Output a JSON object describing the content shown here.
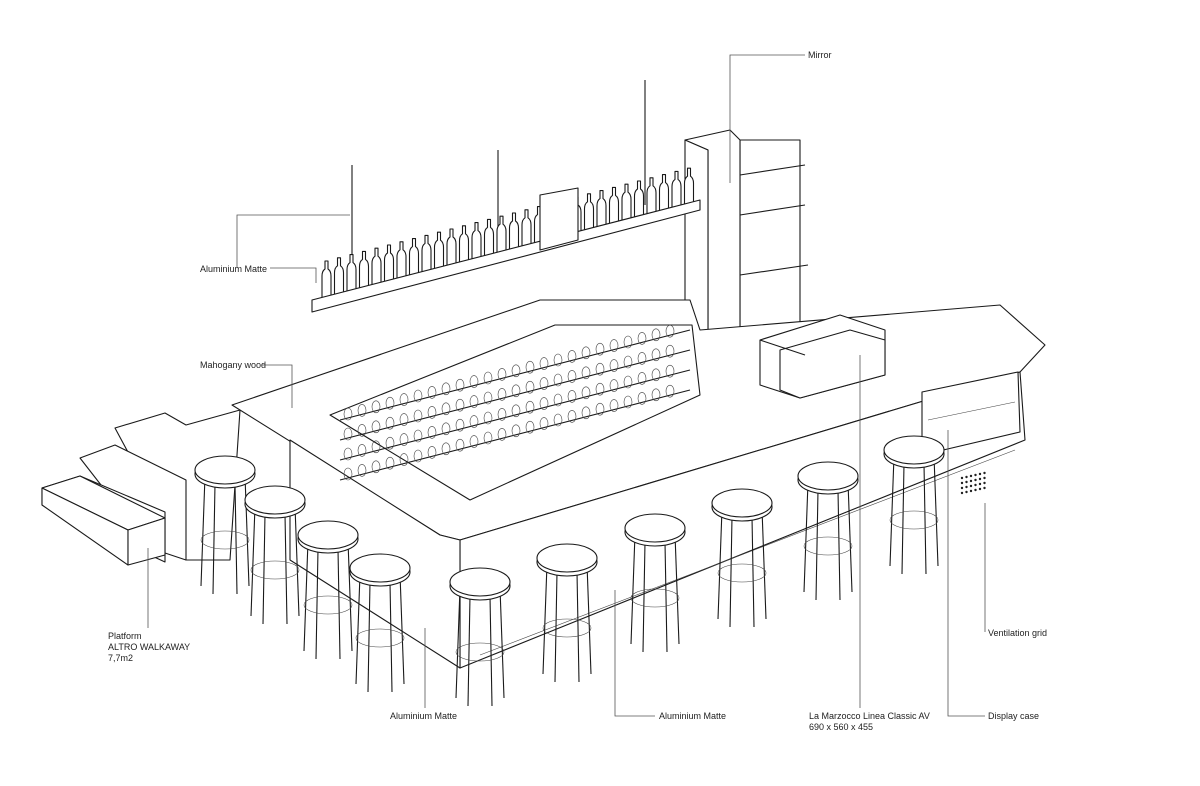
{
  "labels": {
    "mirror": "Mirror",
    "aluminium_top": "Aluminium Matte",
    "mahogany": "Mahogany wood",
    "platform": [
      "Platform",
      "ALTRO WALKAWAY",
      "7,7m2"
    ],
    "aluminium_bottom_left": "Aluminium Matte",
    "aluminium_bottom_mid": "Aluminium Matte",
    "espresso": [
      "La Marzocco Linea Classic AV",
      "690 x 560 x 455"
    ],
    "ventilation": "Ventilation grid",
    "display_case": "Display case"
  },
  "colors": {
    "line": "#1a1a1a",
    "background": "#ffffff"
  }
}
